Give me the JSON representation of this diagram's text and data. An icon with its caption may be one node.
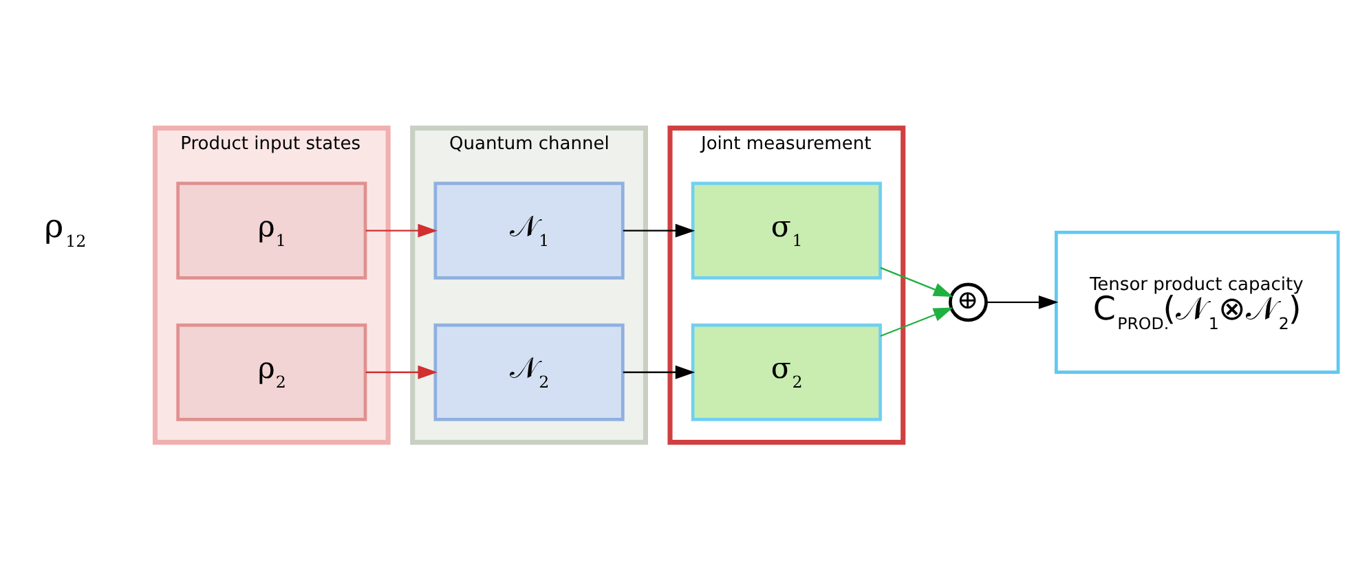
{
  "diagram": {
    "nodes": [
      {
        "text": [
          "Product input states"
        ]
      },
      {
        "text": [
          "ρ$_{1}$"
        ],
        "in": 0
      },
      {
        "text": [
          "ρ$_{2}$"
        ],
        "in": 0
      },
      {
        "text": [
          "Quantum channel"
        ]
      },
      {
        "text": [
          "𝒩$_{1}$"
        ],
        "in": 3
      },
      {
        "text": [
          "𝒩$_{2}$"
        ],
        "in": 3
      },
      {
        "text": [
          "Joint measurement"
        ]
      },
      {
        "text": [
          "σ$_{1}$"
        ],
        "in": 6
      },
      {
        "text": [
          "σ$_{2}$"
        ],
        "in": 6
      },
      {
        "text": [
          "⊕"
        ]
      },
      {
        "text": [
          "Tensor product capacity",
          "C$_{PROD.}$(𝒩$_{1}$⊗𝒩$_{2}$)"
        ]
      }
    ],
    "edges": [
      {
        "from": 1,
        "to": 4,
        "arrow": "to",
        "color": "#d03030"
      },
      {
        "from": 2,
        "to": 5,
        "arrow": "to",
        "color": "#d03030"
      },
      {
        "from": 4,
        "to": 7,
        "arrow": "to"
      },
      {
        "from": 5,
        "to": 8,
        "arrow": "to"
      },
      {
        "from": 7,
        "to": 9,
        "arrow": "to",
        "color": "#20b040"
      },
      {
        "from": 8,
        "to": 9,
        "arrow": "to",
        "color": "#20b040"
      },
      {
        "from": 9,
        "to": 10,
        "arrow": "to"
      }
    ],
    "labels": [
      "ρ$_{12}$"
    ]
  }
}
